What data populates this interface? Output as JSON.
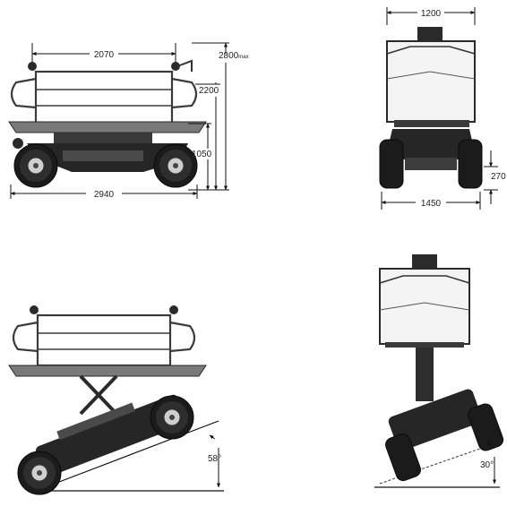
{
  "dimensions": {
    "platform_length": "2070",
    "max_height": "2800",
    "max_height_suffix": "max",
    "rail_height": "2200",
    "platform_height": "1050",
    "overall_length": "2940",
    "platform_width": "1200",
    "ground_clearance": "270",
    "overall_width": "1450"
  },
  "angles": {
    "longitudinal_slope": "58°",
    "lateral_slope": "30°"
  }
}
